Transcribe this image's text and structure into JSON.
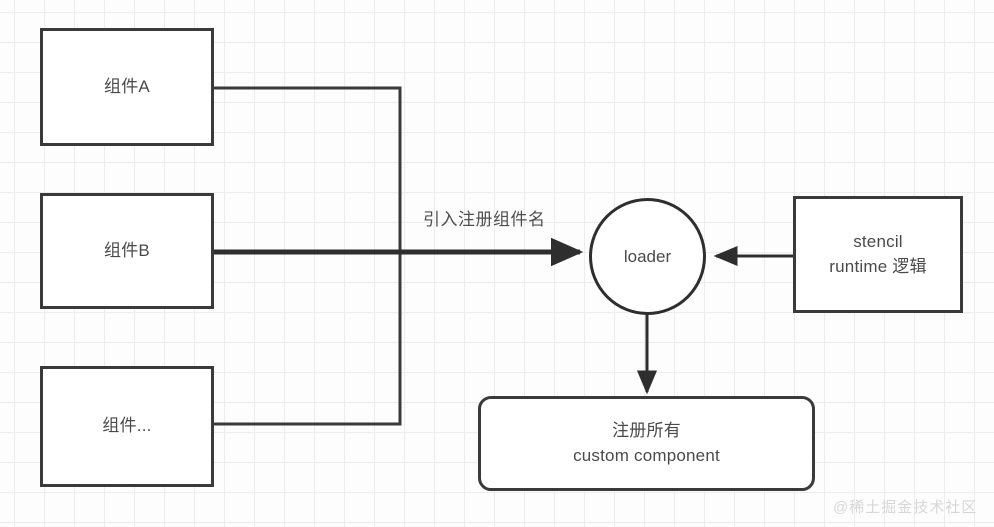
{
  "diagram": {
    "type": "flowchart",
    "background": "#fdfdfd",
    "grid_color": "#ececec",
    "stroke_color": "#3a3a3a",
    "text_color": "#4a4a4a",
    "nodes": {
      "component_a": {
        "label": "组件A",
        "shape": "rectangle"
      },
      "component_b": {
        "label": "组件B",
        "shape": "rectangle"
      },
      "component_more": {
        "label": "组件...",
        "shape": "rectangle"
      },
      "loader": {
        "label": "loader",
        "shape": "circle"
      },
      "stencil_runtime": {
        "line1": "stencil",
        "line2": "runtime 逻辑",
        "shape": "rectangle"
      },
      "register_all": {
        "line1": "注册所有",
        "line2": "custom component",
        "shape": "rounded-rectangle"
      }
    },
    "edges": [
      {
        "from": "component_a",
        "to": "loader",
        "label": "",
        "style": "orthogonal"
      },
      {
        "from": "component_b",
        "to": "loader",
        "label": "引入注册组件名",
        "style": "orthogonal-arrow"
      },
      {
        "from": "component_more",
        "to": "loader",
        "label": "",
        "style": "orthogonal"
      },
      {
        "from": "stencil_runtime",
        "to": "loader",
        "label": "",
        "style": "straight-arrow"
      },
      {
        "from": "loader",
        "to": "register_all",
        "label": "",
        "style": "straight-arrow"
      }
    ],
    "edge_label_main": "引入注册组件名"
  },
  "watermark": "@稀土掘金技术社区"
}
